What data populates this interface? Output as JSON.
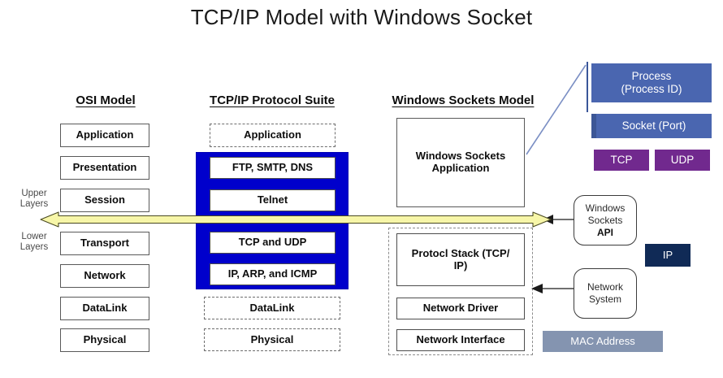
{
  "title": "TCP/IP Model with Windows Socket",
  "columns": {
    "osi": {
      "header": "OSI Model",
      "layers": [
        "Application",
        "Presentation",
        "Session",
        "Transport",
        "Network",
        "DataLink",
        "Physical"
      ],
      "side_labels": {
        "upper": "Upper\nLayers",
        "upper_line1": "Upper",
        "upper_line2": "Layers",
        "lower_line1": "Lower",
        "lower_line2": "Layers"
      }
    },
    "tcpip": {
      "header": "TCP/IP Protocol Suite",
      "top_dashed": "Application",
      "protocol_block": [
        "FTP, SMTP, DNS",
        "Telnet",
        "TCP and UDP",
        "IP, ARP, and ICMP"
      ],
      "bottom_dashed": [
        "DataLink",
        "Physical"
      ]
    },
    "winsock": {
      "header": "Windows Sockets Model",
      "application_box_line1": "Windows Sockets",
      "application_box_line2": "Application",
      "stack": [
        "Protocl Stack (TCP/IP)",
        "Network Driver",
        "Network Interface"
      ],
      "stack_box1_line1": "Protocl Stack (TCP/",
      "stack_box1_line2": "IP)"
    }
  },
  "callouts": {
    "process_line1": "Process",
    "process_line2": "(Process ID)",
    "socket": "Socket (Port)",
    "tcp": "TCP",
    "udp": "UDP",
    "ip": "IP",
    "mac_address": "MAC Address",
    "winsock_api_line1": "Windows",
    "winsock_api_line2": "Sockets",
    "winsock_api_line3": "API",
    "network_system_line1": "Network",
    "network_system_line2": "System"
  },
  "colors": {
    "protocol_block_blue": "#0000cc",
    "callout_blue": "#4a66b0",
    "callout_purple": "#71298e",
    "callout_navy": "#102a56",
    "callout_steel": "#8494b0",
    "arrow_yellow": "#f7f6a8",
    "diagonal_connector": "#7b8fc4"
  }
}
